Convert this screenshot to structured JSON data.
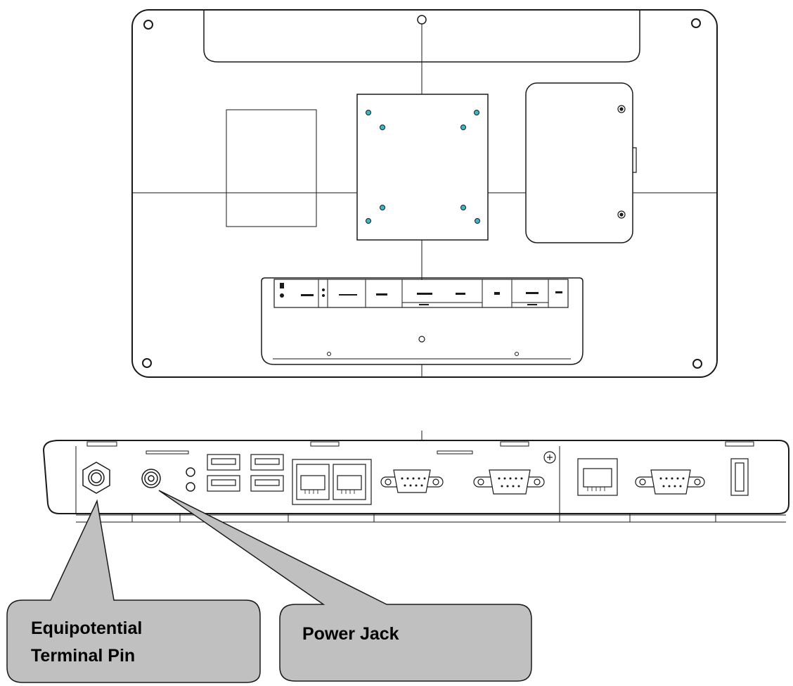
{
  "callouts": {
    "equipotential": {
      "line1": "Equipotential",
      "line2": "Terminal Pin"
    },
    "power": {
      "label": "Power Jack"
    }
  },
  "colors": {
    "line": "#1a1a1a",
    "callout_fill": "#c0c0c0",
    "mount_hole": "#3bb8c8"
  }
}
